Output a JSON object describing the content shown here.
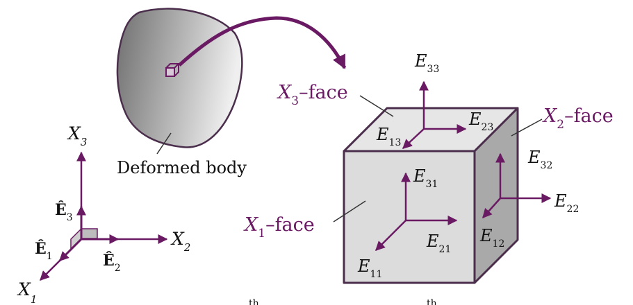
{
  "colors": {
    "accent": "#6a1a63",
    "stroke": "#4a2e4c",
    "face_front": "#dcdcdc",
    "face_top": "#e6e6e6",
    "face_side": "#a9a9a9",
    "body_dark": "#6f6f6f",
    "body_light": "#efefef",
    "text": "#111111"
  },
  "body": {
    "label": "Deformed body"
  },
  "frame": {
    "axis_symbol": "X",
    "basis_symbol": "Ê",
    "x1_sub": "1",
    "x2_sub": "2",
    "x3_sub": "3",
    "e1_sub": "1",
    "e2_sub": "2",
    "e3_sub": "3"
  },
  "faces": {
    "x1": {
      "symbol": "X",
      "sub": "1",
      "suffix": "–face"
    },
    "x2": {
      "symbol": "X",
      "sub": "2",
      "suffix": "–face"
    },
    "x3": {
      "symbol": "X",
      "sub": "3",
      "suffix": "–face"
    }
  },
  "components": {
    "symbol": "E",
    "E11": "11",
    "E21": "21",
    "E31": "31",
    "E12": "12",
    "E22": "22",
    "E32": "32",
    "E13": "13",
    "E23": "23",
    "E33": "33"
  },
  "caption": {
    "fragment_left": "th",
    "fragment_right": "th"
  }
}
